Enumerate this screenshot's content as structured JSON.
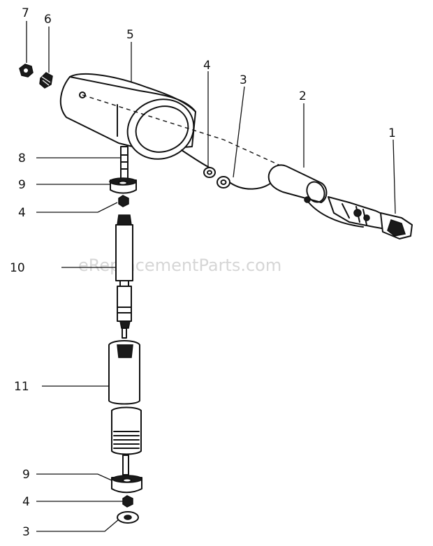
{
  "watermark": "eReplacementParts.com",
  "callouts": [
    {
      "id": "c-7a",
      "text": "7"
    },
    {
      "id": "c-6",
      "text": "6"
    },
    {
      "id": "c-5",
      "text": "5"
    },
    {
      "id": "c-4a",
      "text": "4"
    },
    {
      "id": "c-3a",
      "text": "3"
    },
    {
      "id": "c-2",
      "text": "2"
    },
    {
      "id": "c-1",
      "text": "1"
    },
    {
      "id": "c-8",
      "text": "8"
    },
    {
      "id": "c-9a",
      "text": "9"
    },
    {
      "id": "c-4b",
      "text": "4"
    },
    {
      "id": "c-10",
      "text": "10"
    },
    {
      "id": "c-11",
      "text": "11"
    },
    {
      "id": "c-9b",
      "text": "9"
    },
    {
      "id": "c-4c",
      "text": "4"
    },
    {
      "id": "c-3b",
      "text": "3"
    }
  ],
  "colors": {
    "ink": "#111111",
    "watermark": "#d6d6d6",
    "background": "#ffffff"
  }
}
